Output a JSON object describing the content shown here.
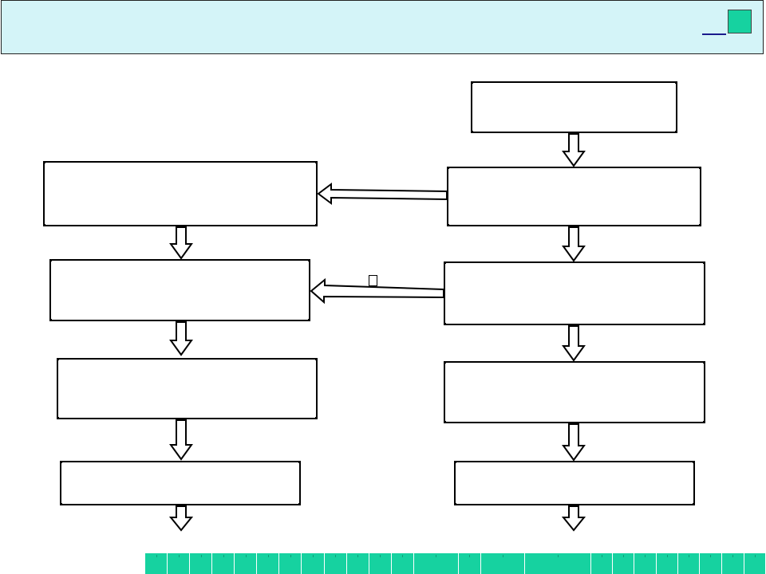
{
  "header": {
    "title": "",
    "background_color": "#d4f4f8",
    "accent_color": "#16d2a0",
    "link_color": "#1a1a8c"
  },
  "flowchart": {
    "left_column": [
      {
        "id": "L1",
        "label": ""
      },
      {
        "id": "L2",
        "label": ""
      },
      {
        "id": "L3",
        "label": ""
      },
      {
        "id": "L4",
        "label": ""
      }
    ],
    "right_column": [
      {
        "id": "R0",
        "label": ""
      },
      {
        "id": "R1",
        "label": ""
      },
      {
        "id": "R2",
        "label": ""
      },
      {
        "id": "R3",
        "label": ""
      },
      {
        "id": "R4",
        "label": ""
      }
    ],
    "marker_label": ""
  },
  "navigation": {
    "color": "#16d2a0",
    "cell_count": 24
  }
}
